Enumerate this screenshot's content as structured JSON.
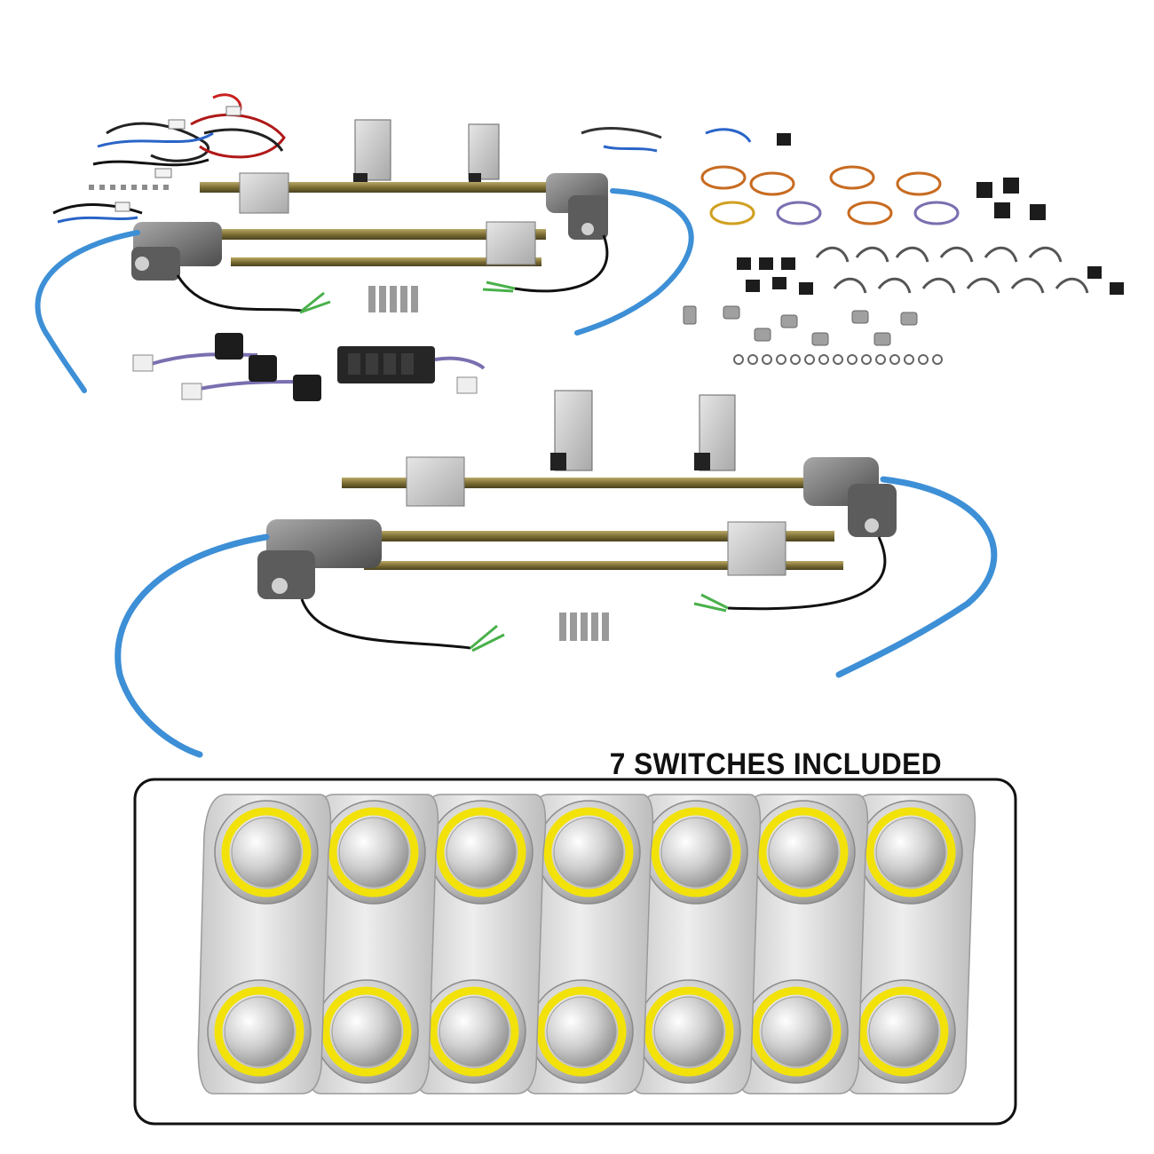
{
  "product": {
    "caption": "7 SWITCHES INCLUDED",
    "switch_count": 7,
    "buttons_per_switch": 2
  },
  "colors": {
    "background": "#ffffff",
    "tube": "#3d8fd6",
    "rail": "#8a7a3a",
    "motor": "#6f6f6f",
    "led_ring": "#f2e20a",
    "panel": "#d7d7d7",
    "frame": "#111111"
  },
  "icons": {
    "switch": "illuminated-push-button-icon"
  }
}
